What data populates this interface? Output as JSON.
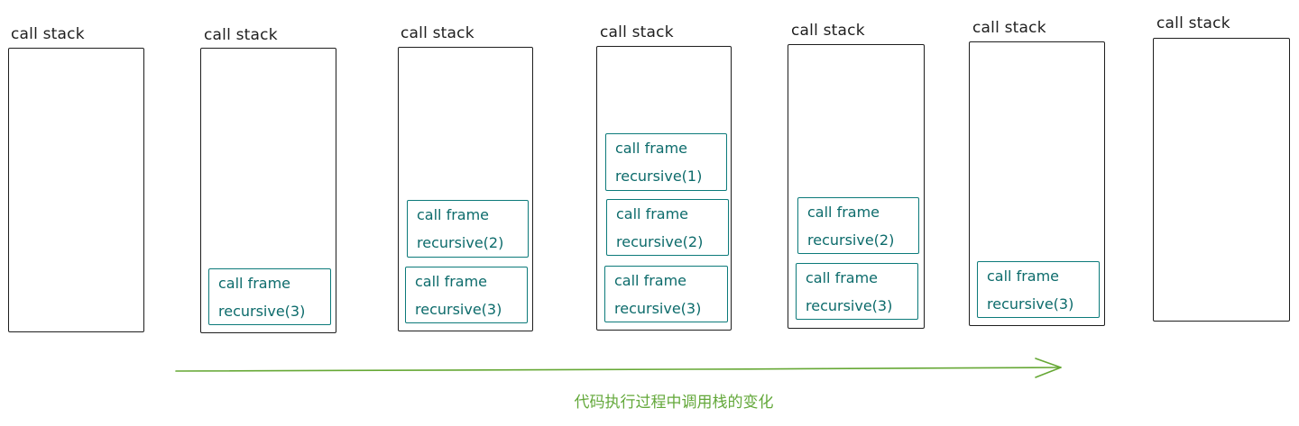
{
  "stacks": [
    {
      "label": "call stack",
      "frames": []
    },
    {
      "label": "call stack",
      "frames": [
        {
          "name": "call frame",
          "fn": "recursive(3)"
        }
      ]
    },
    {
      "label": "call stack",
      "frames": [
        {
          "name": "call frame",
          "fn": "recursive(2)"
        },
        {
          "name": "call frame",
          "fn": "recursive(3)"
        }
      ]
    },
    {
      "label": "call stack",
      "frames": [
        {
          "name": "call frame",
          "fn": "recursive(1)"
        },
        {
          "name": "call frame",
          "fn": "recursive(2)"
        },
        {
          "name": "call frame",
          "fn": "recursive(3)"
        }
      ]
    },
    {
      "label": "call stack",
      "frames": [
        {
          "name": "call frame",
          "fn": "recursive(2)"
        },
        {
          "name": "call frame",
          "fn": "recursive(3)"
        }
      ]
    },
    {
      "label": "call stack",
      "frames": [
        {
          "name": "call frame",
          "fn": "recursive(3)"
        }
      ]
    },
    {
      "label": "call stack",
      "frames": []
    }
  ],
  "caption": "代码执行过程中调用栈的变化",
  "colors": {
    "stroke": "#1e1e1e",
    "frame": "#0c7a7a",
    "arrow": "#66a835"
  }
}
